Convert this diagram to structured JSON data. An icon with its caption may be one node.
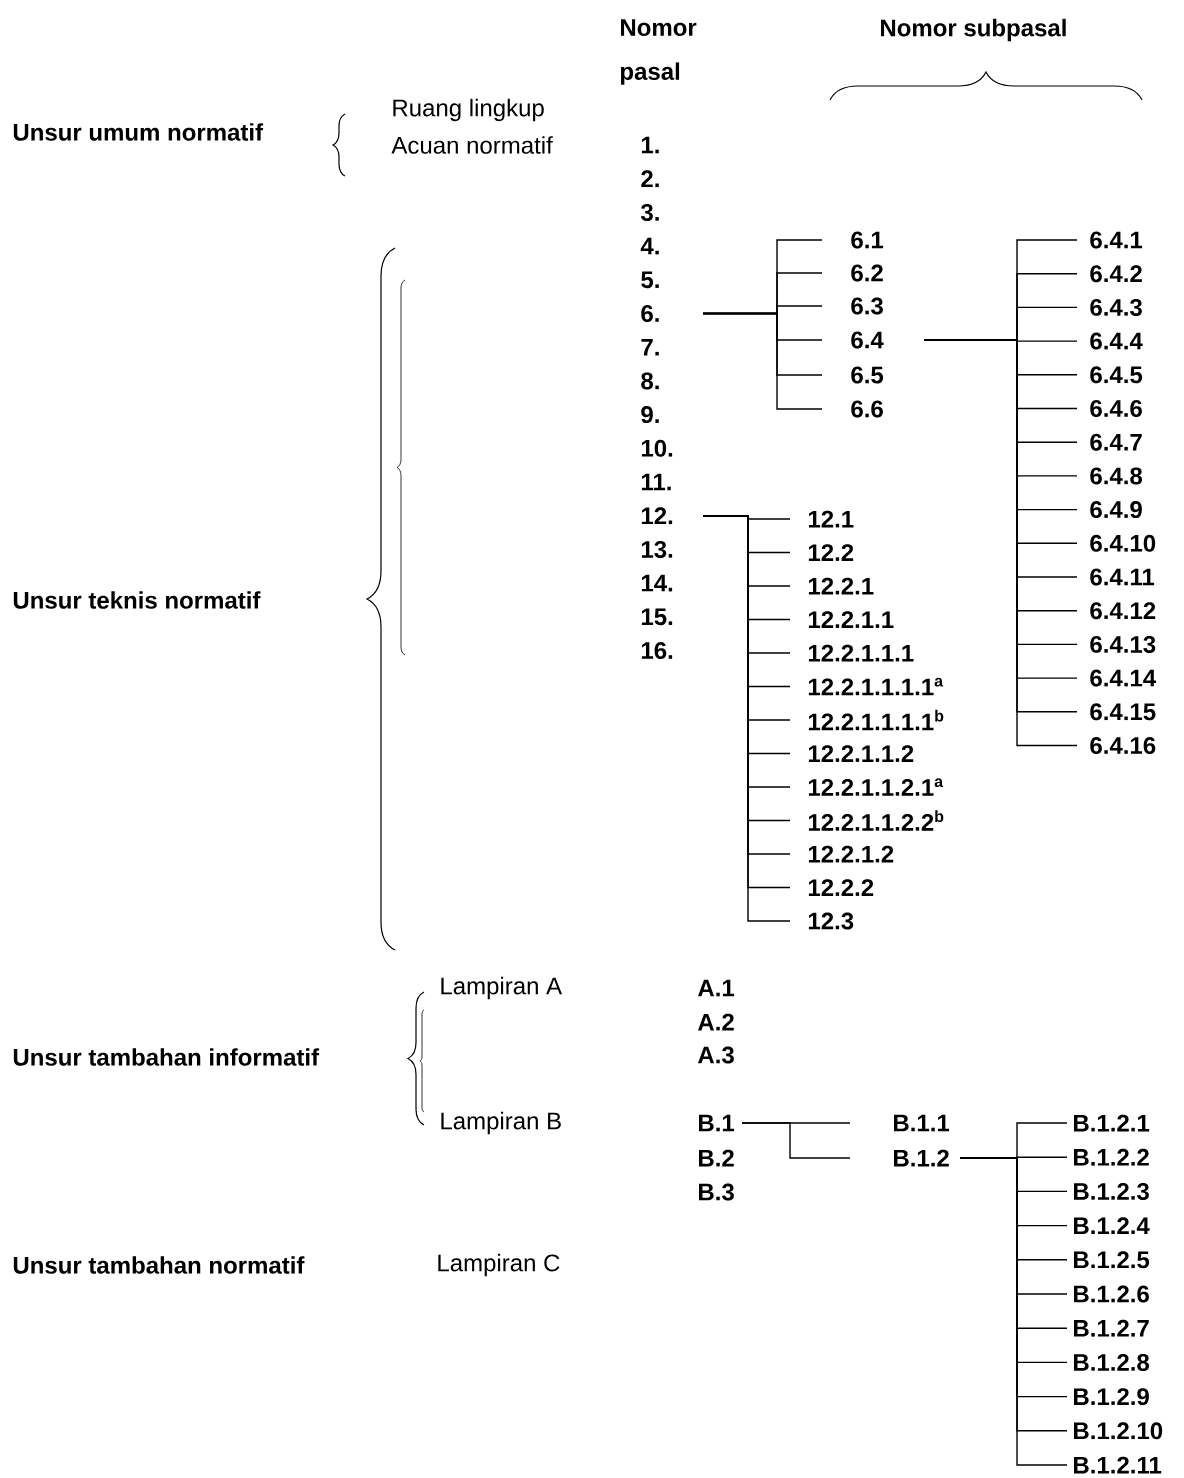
{
  "diagram": {
    "nodes": [
      {
        "text": [
          "6."
        ]
      },
      {
        "text": [
          "6.1"
        ]
      },
      {
        "text": [
          "6.2"
        ]
      },
      {
        "text": [
          "6.3"
        ]
      },
      {
        "text": [
          "6.4"
        ]
      },
      {
        "text": [
          "6.5"
        ]
      },
      {
        "text": [
          "6.6"
        ]
      },
      {
        "text": [
          "6.4.1"
        ]
      },
      {
        "text": [
          "6.4.2"
        ]
      },
      {
        "text": [
          "6.4.3"
        ]
      },
      {
        "text": [
          "6.4.4"
        ]
      },
      {
        "text": [
          "6.4.5"
        ]
      },
      {
        "text": [
          "6.4.6"
        ]
      },
      {
        "text": [
          "6.4.7"
        ]
      },
      {
        "text": [
          "6.4.8"
        ]
      },
      {
        "text": [
          "6.4.9"
        ]
      },
      {
        "text": [
          "6.4.10"
        ]
      },
      {
        "text": [
          "6.4.11"
        ]
      },
      {
        "text": [
          "6.4.12"
        ]
      },
      {
        "text": [
          "6.4.13"
        ]
      },
      {
        "text": [
          "6.4.14"
        ]
      },
      {
        "text": [
          "6.4.15"
        ]
      },
      {
        "text": [
          "6.4.16"
        ]
      },
      {
        "text": [
          "12."
        ]
      },
      {
        "text": [
          "12.1"
        ]
      },
      {
        "text": [
          "12.2"
        ]
      },
      {
        "text": [
          "12.2.1"
        ]
      },
      {
        "text": [
          "12.2.1.1"
        ]
      },
      {
        "text": [
          "12.2.1.1.1"
        ]
      },
      {
        "text": [
          "12.2.1.1.1.1$^{a}$"
        ]
      },
      {
        "text": [
          "12.2.1.1.1.1$^{b}$"
        ]
      },
      {
        "text": [
          "12.2.1.1.2"
        ]
      },
      {
        "text": [
          "12.2.1.1.2.1$^{a}$"
        ]
      },
      {
        "text": [
          "12.2.1.1.2.2$^{b}$"
        ]
      },
      {
        "text": [
          "12.2.1.2"
        ]
      },
      {
        "text": [
          "12.2.2"
        ]
      },
      {
        "text": [
          "12.3"
        ]
      },
      {
        "text": [
          "B.1"
        ]
      },
      {
        "text": [
          "B.1.1"
        ]
      },
      {
        "text": [
          "B.1.2"
        ]
      },
      {
        "text": [
          "B.1.2.1"
        ]
      },
      {
        "text": [
          "B.1.2.2"
        ]
      },
      {
        "text": [
          "B.1.2.3"
        ]
      },
      {
        "text": [
          "B.1.2.4"
        ]
      },
      {
        "text": [
          "B.1.2.5"
        ]
      },
      {
        "text": [
          "B.1.2.6"
        ]
      },
      {
        "text": [
          "B.1.2.7"
        ]
      },
      {
        "text": [
          "B.1.2.8"
        ]
      },
      {
        "text": [
          "B.1.2.9"
        ]
      },
      {
        "text": [
          "B.1.2.10"
        ]
      },
      {
        "text": [
          "B.1.2.11"
        ]
      }
    ],
    "edges": [
      {
        "from": 0,
        "to": 1,
        "arrow": "none"
      },
      {
        "from": 0,
        "to": 2,
        "arrow": "none"
      },
      {
        "from": 0,
        "to": 3,
        "arrow": "none"
      },
      {
        "from": 0,
        "to": 4,
        "arrow": "none"
      },
      {
        "from": 0,
        "to": 5,
        "arrow": "none"
      },
      {
        "from": 0,
        "to": 6,
        "arrow": "none"
      },
      {
        "from": 4,
        "to": 7,
        "arrow": "none"
      },
      {
        "from": 4,
        "to": 8,
        "arrow": "none"
      },
      {
        "from": 4,
        "to": 9,
        "arrow": "none"
      },
      {
        "from": 4,
        "to": 10,
        "arrow": "none"
      },
      {
        "from": 4,
        "to": 11,
        "arrow": "none"
      },
      {
        "from": 4,
        "to": 12,
        "arrow": "none"
      },
      {
        "from": 4,
        "to": 13,
        "arrow": "none"
      },
      {
        "from": 4,
        "to": 14,
        "arrow": "none"
      },
      {
        "from": 4,
        "to": 15,
        "arrow": "none"
      },
      {
        "from": 4,
        "to": 16,
        "arrow": "none"
      },
      {
        "from": 4,
        "to": 17,
        "arrow": "none"
      },
      {
        "from": 4,
        "to": 18,
        "arrow": "none"
      },
      {
        "from": 4,
        "to": 19,
        "arrow": "none"
      },
      {
        "from": 4,
        "to": 20,
        "arrow": "none"
      },
      {
        "from": 4,
        "to": 21,
        "arrow": "none"
      },
      {
        "from": 4,
        "to": 22,
        "arrow": "none"
      },
      {
        "from": 23,
        "to": 24,
        "arrow": "none"
      },
      {
        "from": 23,
        "to": 25,
        "arrow": "none"
      },
      {
        "from": 23,
        "to": 26,
        "arrow": "none"
      },
      {
        "from": 23,
        "to": 27,
        "arrow": "none"
      },
      {
        "from": 23,
        "to": 28,
        "arrow": "none"
      },
      {
        "from": 23,
        "to": 29,
        "arrow": "none"
      },
      {
        "from": 23,
        "to": 30,
        "arrow": "none"
      },
      {
        "from": 23,
        "to": 31,
        "arrow": "none"
      },
      {
        "from": 23,
        "to": 32,
        "arrow": "none"
      },
      {
        "from": 23,
        "to": 33,
        "arrow": "none"
      },
      {
        "from": 23,
        "to": 34,
        "arrow": "none"
      },
      {
        "from": 23,
        "to": 35,
        "arrow": "none"
      },
      {
        "from": 23,
        "to": 36,
        "arrow": "none"
      },
      {
        "from": 37,
        "to": 38,
        "arrow": "none"
      },
      {
        "from": 37,
        "to": 39,
        "arrow": "none"
      },
      {
        "from": 39,
        "to": 40,
        "arrow": "none"
      },
      {
        "from": 39,
        "to": 41,
        "arrow": "none"
      },
      {
        "from": 39,
        "to": 42,
        "arrow": "none"
      },
      {
        "from": 39,
        "to": 43,
        "arrow": "none"
      },
      {
        "from": 39,
        "to": 44,
        "arrow": "none"
      },
      {
        "from": 39,
        "to": 45,
        "arrow": "none"
      },
      {
        "from": 39,
        "to": 46,
        "arrow": "none"
      },
      {
        "from": 39,
        "to": 47,
        "arrow": "none"
      },
      {
        "from": 39,
        "to": 48,
        "arrow": "none"
      },
      {
        "from": 39,
        "to": 49,
        "arrow": "none"
      },
      {
        "from": 39,
        "to": 50,
        "arrow": "none"
      }
    ],
    "labels": [
      "Nomor pasal",
      "Nomor subpasal",
      "Unsur umum normatif",
      "Ruang lingkup",
      "Acuan normatif",
      "1.",
      "2.",
      "3.",
      "4.",
      "5.",
      "7.",
      "8.",
      "9.",
      "10.",
      "11.",
      "13.",
      "14.",
      "15.",
      "16.",
      "Unsur teknis normatif",
      "Lampiran A",
      "A.1",
      "A.2",
      "A.3",
      "Unsur tambahan informatif",
      "Lampiran B",
      "B.2",
      "B.3",
      "Unsur tambahan normatif",
      "Lampiran C"
    ]
  }
}
